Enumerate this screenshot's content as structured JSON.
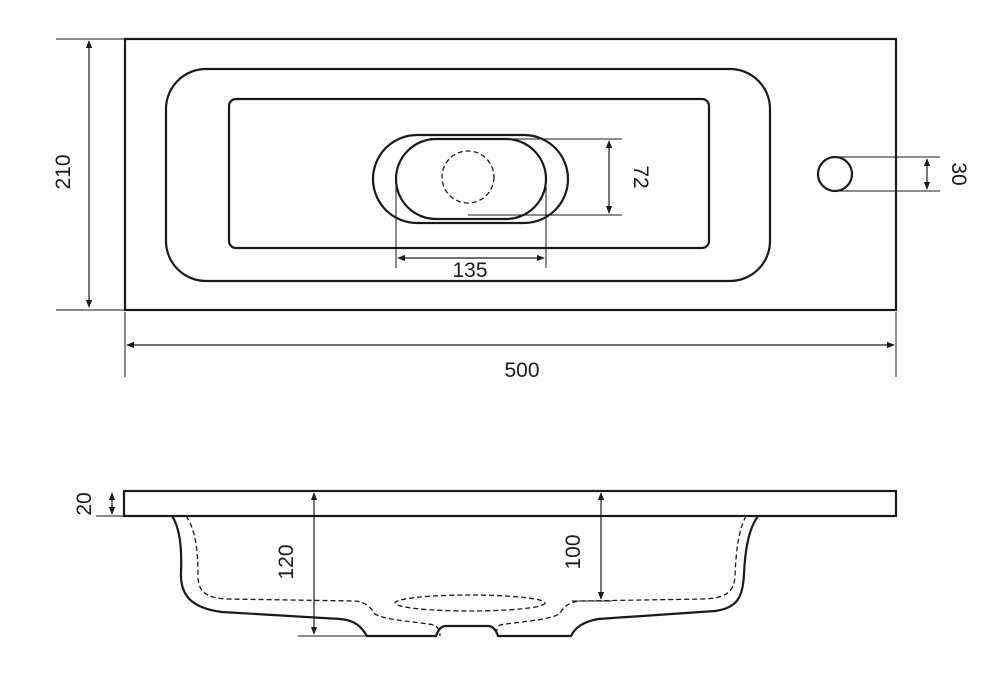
{
  "drawing": {
    "top_view": {
      "width_dim": "500",
      "height_dim": "210",
      "drain_length_dim": "135",
      "drain_width_dim": "72",
      "tap_hole_dim": "30"
    },
    "side_view": {
      "slab_thickness_dim": "20",
      "total_depth_dim": "120",
      "basin_depth_dim": "100"
    }
  }
}
